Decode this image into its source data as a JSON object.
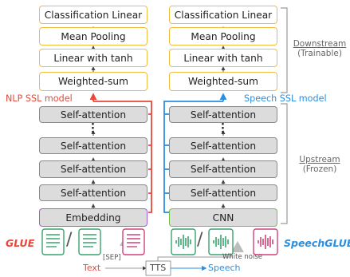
{
  "nlp": {
    "downstream": [
      "Classification Linear",
      "Mean Pooling",
      "Linear with tanh",
      "Weighted-sum"
    ],
    "model_label": "NLP SSL model",
    "upstream": [
      "Self-attention",
      "Self-attention",
      "Self-attention",
      "Self-attention"
    ],
    "embedding": "Embedding"
  },
  "speech": {
    "downstream": [
      "Classification Linear",
      "Mean Pooling",
      "Linear with tanh",
      "Weighted-sum"
    ],
    "model_label": "Speech SSL model",
    "upstream": [
      "Self-attention",
      "Self-attention",
      "Self-attention",
      "Self-attention"
    ],
    "cnn": "CNN"
  },
  "sides": {
    "downstream_title": "Downstream",
    "downstream_sub": "(Trainable)",
    "upstream_title": "Upstream",
    "upstream_sub": "(Frozen)"
  },
  "bottom": {
    "glue": "GLUE",
    "speechglue": "SpeechGLUE",
    "sep": "[SEP]",
    "white_noise": "White noise",
    "text": "Text",
    "tts": "TTS",
    "speech": "Speech",
    "slash": "/"
  },
  "colors": {
    "red": "#e8473a",
    "blue": "#2a8fe0",
    "yellow": "#f2bd3c",
    "purple": "#a35cd6",
    "green": "#6fbf4a",
    "gray_box": "#dcdcdc"
  }
}
